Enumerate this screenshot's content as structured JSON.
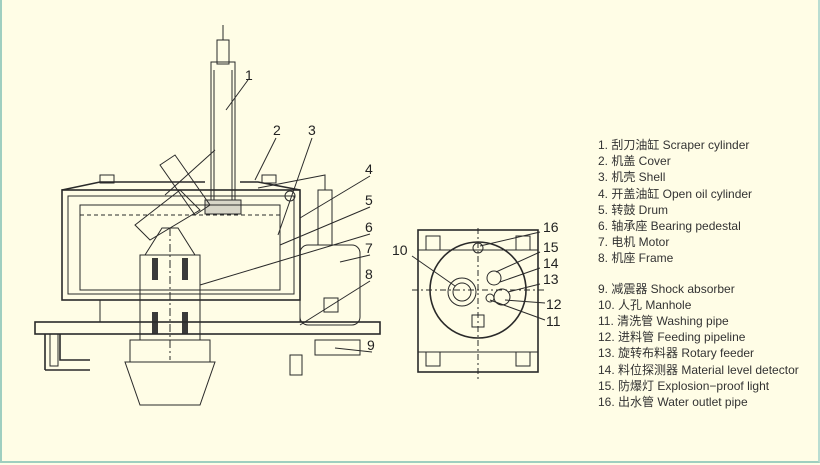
{
  "callouts": {
    "front": [
      "1",
      "2",
      "3",
      "4",
      "5",
      "6",
      "7",
      "8",
      "9"
    ],
    "top": [
      "10",
      "11",
      "12",
      "13",
      "14",
      "15",
      "16"
    ]
  },
  "legend": [
    "1. 刮刀油缸 Scraper cylinder",
    "2. 机盖 Cover",
    "3. 机壳 Shell",
    "4. 开盖油缸 Open oil cylinder",
    "5. 转鼓 Drum",
    "6. 轴承座 Bearing pedestal",
    "7. 电机 Motor",
    "8. 机座 Frame",
    "9. 减震器 Shock absorber",
    "10. 人孔 Manhole",
    "11. 清洗管 Washing pipe",
    "12. 进料管 Feeding pipeline",
    "13. 旋转布料器 Rotary feeder",
    "14. 料位探测器 Material level detector",
    "15. 防爆灯 Explosion−proof light",
    "16. 出水管 Water outlet pipe"
  ],
  "colors": {
    "background": "#fffde6",
    "border": "#9fcfc0",
    "line": "#2a2a2a"
  }
}
